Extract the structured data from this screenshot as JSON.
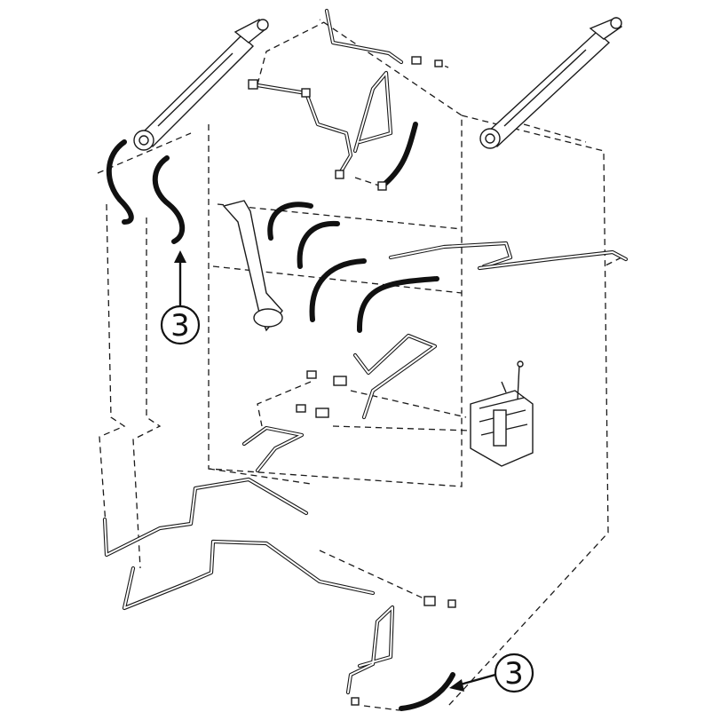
{
  "callouts": [
    {
      "id": "callout-top-left",
      "label": "3"
    },
    {
      "id": "callout-bottom-right",
      "label": "3"
    }
  ]
}
